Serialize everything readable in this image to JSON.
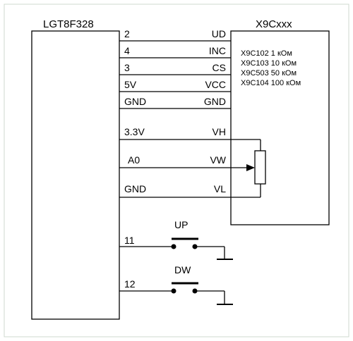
{
  "mcu": {
    "title": "LGT8F328",
    "pins": [
      "2",
      "4",
      "3",
      "5V",
      "GND",
      "3.3V",
      "A0",
      "GND",
      "11",
      "12"
    ]
  },
  "chip": {
    "title": "X9Cxxx",
    "pins": [
      "UD",
      "INC",
      "CS",
      "VCC",
      "GND",
      "VH",
      "VW",
      "VL"
    ],
    "variants": [
      "X9C102 1 кОм",
      "X9C103 10 кОм",
      "X9C503 50 кОм",
      "X9C104 100 кОм"
    ]
  },
  "buttons": {
    "up_label": "UP",
    "dw_label": "DW"
  }
}
